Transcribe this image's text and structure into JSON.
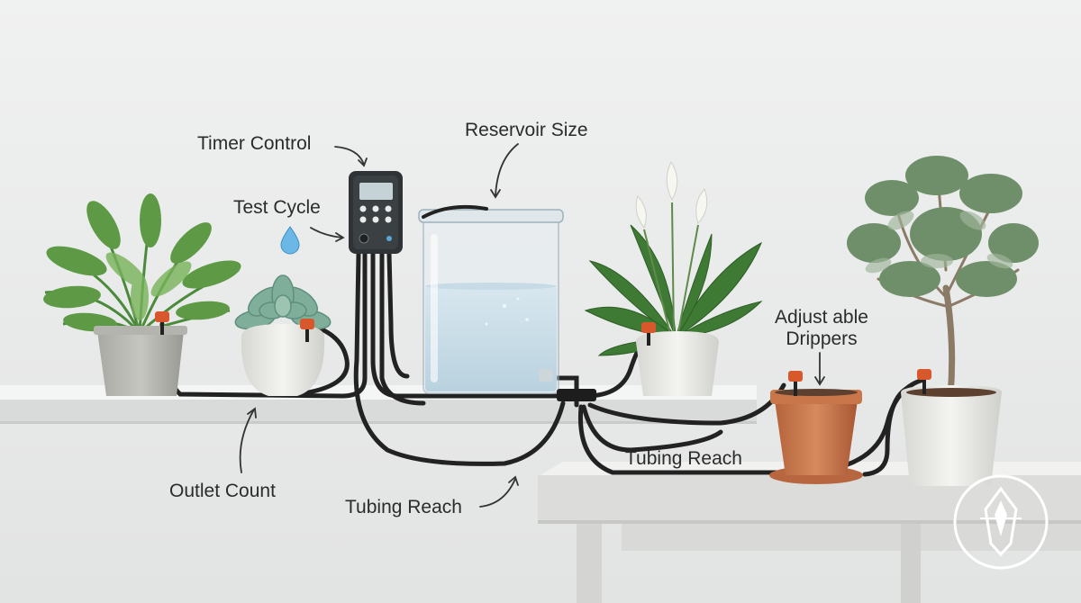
{
  "labels": {
    "timer_control": "Timer Control",
    "test_cycle": "Test Cycle",
    "reservoir_size": "Reservoir Size",
    "adjustable_drippers_line1": "Adjust able",
    "adjustable_drippers_line2": "Drippers",
    "outlet_count": "Outlet Count",
    "tubing_reach_left": "Tubing Reach",
    "tubing_reach_right": "Tubing Reach"
  },
  "icons": {
    "water_drop": "water-drop-icon",
    "logo": "compass-emblem-logo"
  },
  "colors": {
    "wall": "#e9eaea",
    "shelf": "#dcdddd",
    "tubing": "#222222",
    "dripper_cap": "#d9582b",
    "water": "#cfe0ea",
    "leaf": "#4f8a3c",
    "terracotta": "#c9774a"
  }
}
